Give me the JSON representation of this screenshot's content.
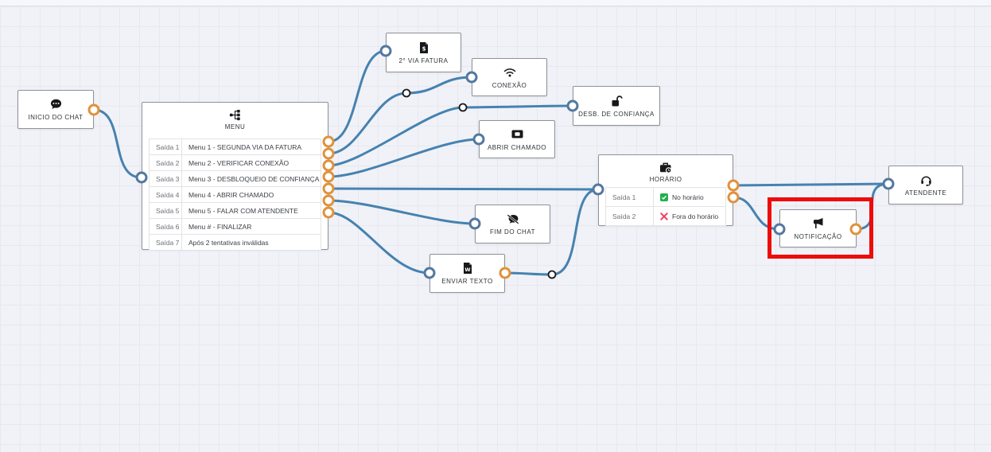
{
  "canvas": {
    "background_color": "#f0f2f7",
    "grid_color": "#e9e7ef",
    "wire_color": "#4682b0",
    "output_port_color": "#e0923c",
    "input_port_color": "#54789f",
    "highlight_color": "#ee0b0b"
  },
  "nodes": {
    "inicio": {
      "label": "INICIO DO CHAT",
      "icon": "chat-bubble-icon"
    },
    "menu": {
      "label": "MENU",
      "icon": "sitemap-icon",
      "rows": [
        {
          "port": "Saída 1",
          "value": "Menu 1 - SEGUNDA VIA DA FATURA"
        },
        {
          "port": "Saída 2",
          "value": "Menu 2 - VERIFICAR CONEXÃO"
        },
        {
          "port": "Saída 3",
          "value": "Menu 3 - DESBLOQUEIO DE CONFIANÇA"
        },
        {
          "port": "Saída 4",
          "value": "Menu 4 - ABRIR CHAMADO"
        },
        {
          "port": "Saída 5",
          "value": "Menu 5 - FALAR COM ATENDENTE"
        },
        {
          "port": "Saída 6",
          "value": "Menu # - FINALIZAR"
        },
        {
          "port": "Saída 7",
          "value": "Após 2 tentativas inválidas"
        }
      ]
    },
    "fatura": {
      "label": "2° VIA FATURA",
      "icon": "invoice-dollar-icon"
    },
    "conexao": {
      "label": "CONEXÃO",
      "icon": "wifi-icon"
    },
    "desbloqueio": {
      "label": "DESB. DE CONFIANÇA",
      "icon": "unlock-icon"
    },
    "chamado": {
      "label": "ABRIR CHAMADO",
      "icon": "ticket-icon"
    },
    "fim": {
      "label": "FIM DO CHAT",
      "icon": "chat-slash-icon"
    },
    "texto": {
      "label": "ENVIAR TEXTO",
      "icon": "file-word-icon"
    },
    "horario": {
      "label": "HORÁRIO",
      "icon": "briefcase-clock-icon",
      "rows": [
        {
          "port": "Saída 1",
          "status_icon": "check-icon",
          "status_color": "#21af4b",
          "value": "No horário"
        },
        {
          "port": "Saída 2",
          "status_icon": "x-icon",
          "status_color": "#ef3f62",
          "value": "Fora do horário"
        }
      ]
    },
    "atendente": {
      "label": "ATENDENTE",
      "icon": "headset-icon"
    },
    "notificacao": {
      "label": "NOTIFICAÇÃO",
      "icon": "megaphone-icon",
      "highlighted": true
    }
  },
  "edges": [
    {
      "from": "inicio",
      "to": "menu"
    },
    {
      "from": "menu:Saída 1",
      "to": "fatura"
    },
    {
      "from": "menu:Saída 2",
      "to": "conexao",
      "midpoint": true
    },
    {
      "from": "menu:Saída 3",
      "to": "desbloqueio",
      "midpoint": true
    },
    {
      "from": "menu:Saída 4",
      "to": "chamado"
    },
    {
      "from": "menu:Saída 5",
      "to": "horario"
    },
    {
      "from": "menu:Saída 6",
      "to": "fim"
    },
    {
      "from": "menu:Saída 7",
      "to": "texto"
    },
    {
      "from": "texto",
      "to": "horario",
      "midpoint": true
    },
    {
      "from": "horario:Saída 1",
      "to": "atendente"
    },
    {
      "from": "horario:Saída 2",
      "to": "notificacao"
    },
    {
      "from": "notificacao",
      "to": "atendente"
    }
  ]
}
